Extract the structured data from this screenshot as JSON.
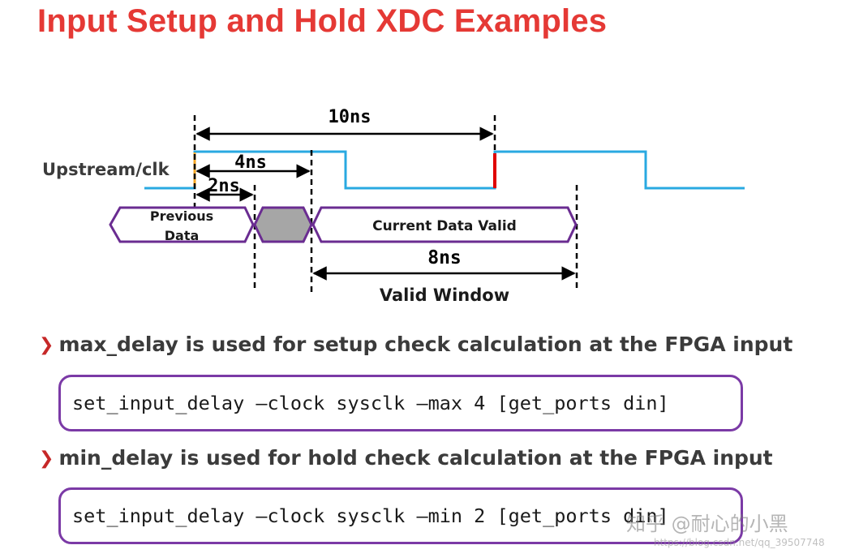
{
  "title": "Input Setup and Hold XDC Examples",
  "diagram": {
    "clock_label": "Upstream/clk",
    "period_label": "10ns",
    "max_delay_label": "4ns",
    "min_delay_label": "2ns",
    "prev_data_label_line1": "Previous",
    "prev_data_label_line2": "Data",
    "current_data_label": "Current Data Valid",
    "valid_window_value": "8ns",
    "valid_window_label": "Valid Window"
  },
  "bullets": [
    {
      "text": "max_delay is used for setup check calculation  at the FPGA input",
      "code": "set_input_delay –clock sysclk –max 4 [get_ports din]"
    },
    {
      "text": "min_delay is used for hold check calculation at the FPGA input",
      "code": "set_input_delay –clock sysclk –min 2 [get_ports din]"
    }
  ],
  "watermark": {
    "text": "知乎 @耐心的小黑",
    "url": "https://blog.csdn.net/qq_39507748"
  },
  "colors": {
    "title": "#e53935",
    "clock_wave": "#29a9e1",
    "data_outline": "#6a2c91",
    "invalid_fill": "#a6a6a6",
    "edge_marker": "#e00000",
    "launch_marker": "#f5a623",
    "bullet_arrow": "#c62828",
    "code_border": "#7b3aa6"
  }
}
